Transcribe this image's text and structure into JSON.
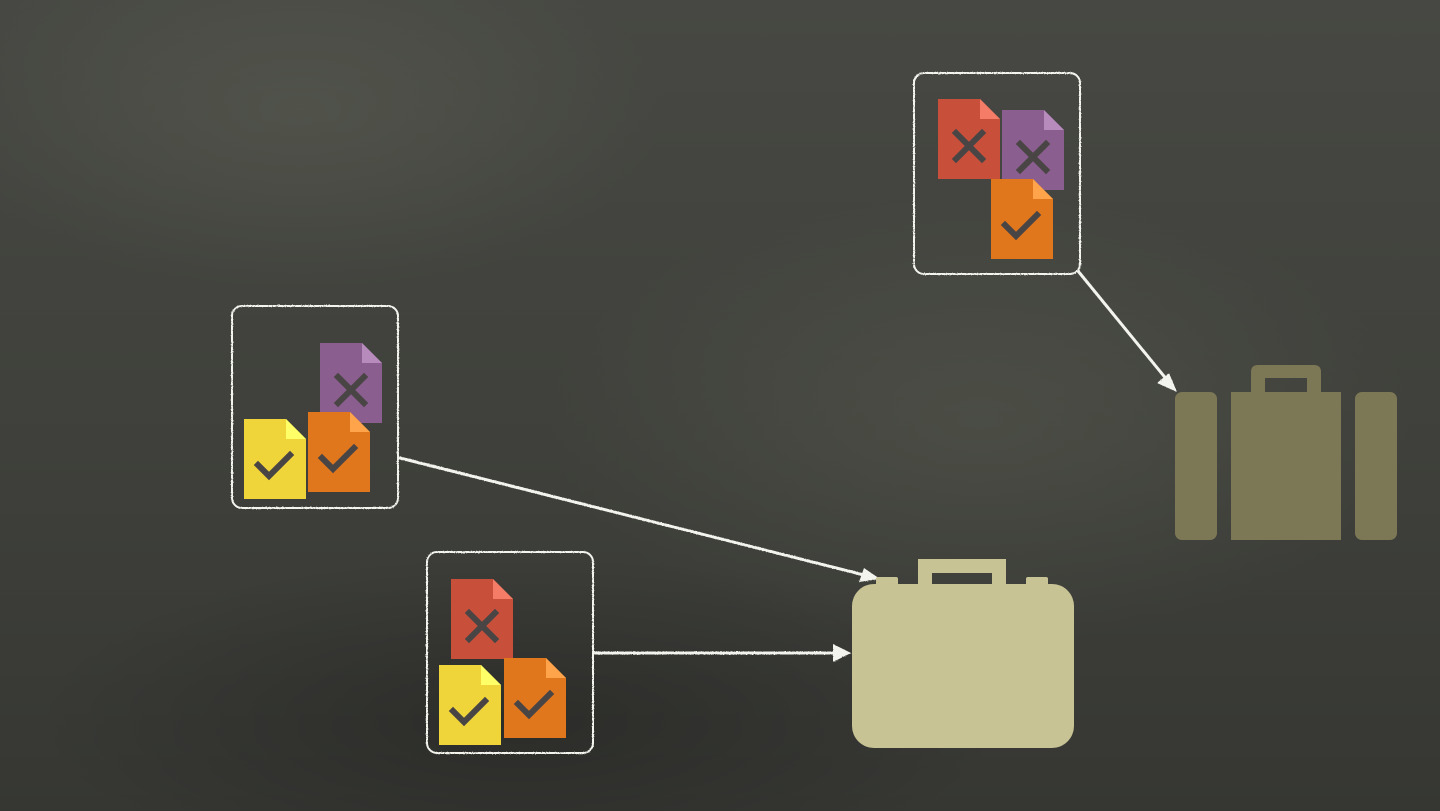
{
  "colors": {
    "board": "#3f403b",
    "chalk": "#f4f4ef",
    "doc_red": "#c8503b",
    "doc_purple": "#8a5e8e",
    "doc_orange": "#e0771d",
    "doc_yellow": "#f0d53a",
    "mark": "#4a4545",
    "bag_light": "#c7c394",
    "bag_dark": "#7c7755"
  },
  "icons": {
    "document": "document-icon",
    "check": "checkmark-icon",
    "cross": "x-mark-icon",
    "briefcase": "briefcase-icon",
    "suitcase": "suitcase-icon"
  },
  "groups": [
    {
      "id": "left",
      "documents": [
        {
          "color": "doc_purple",
          "mark": "cross"
        },
        {
          "color": "doc_yellow",
          "mark": "check"
        },
        {
          "color": "doc_orange",
          "mark": "check"
        }
      ],
      "target": "briefcase"
    },
    {
      "id": "bottom",
      "documents": [
        {
          "color": "doc_red",
          "mark": "cross"
        },
        {
          "color": "doc_yellow",
          "mark": "check"
        },
        {
          "color": "doc_orange",
          "mark": "check"
        }
      ],
      "target": "briefcase"
    },
    {
      "id": "top-right",
      "documents": [
        {
          "color": "doc_red",
          "mark": "cross"
        },
        {
          "color": "doc_purple",
          "mark": "cross"
        },
        {
          "color": "doc_orange",
          "mark": "check"
        }
      ],
      "target": "suitcase"
    }
  ]
}
